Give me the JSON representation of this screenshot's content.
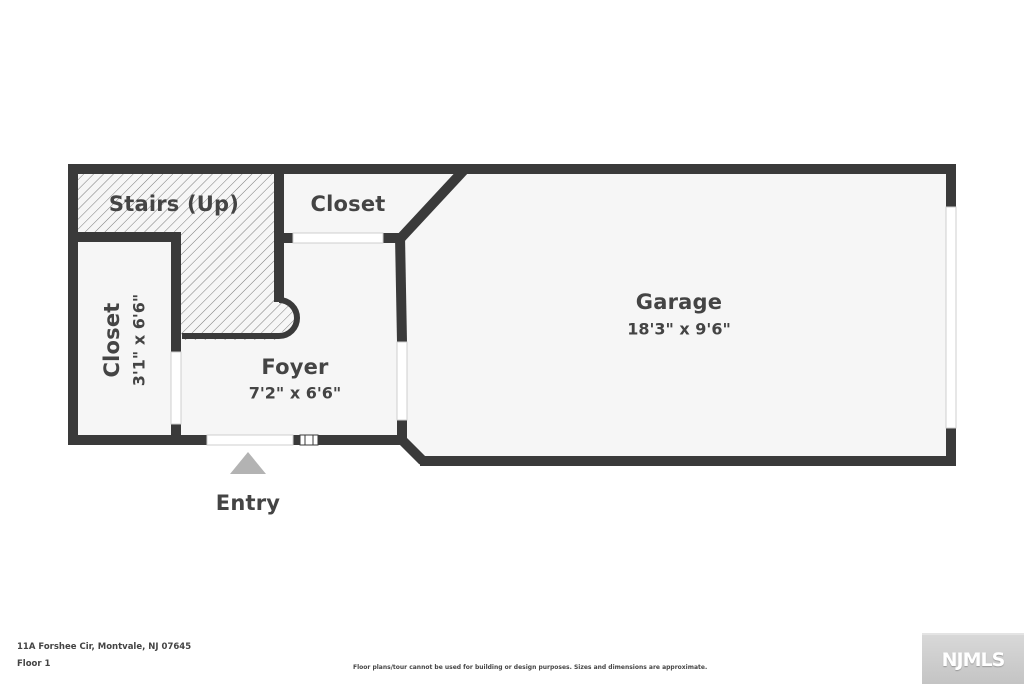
{
  "floorplan": {
    "colors": {
      "wall": "#3a3a3a",
      "floor": "#f6f6f6",
      "text": "#444444",
      "hatch": "#7a7a7a",
      "entry_marker": "#b3b3b3",
      "background": "#ffffff"
    },
    "rooms": {
      "stairs": {
        "name": "Stairs (Up)"
      },
      "closet_top": {
        "name": "Closet"
      },
      "closet_left": {
        "name": "Closet",
        "dimensions": "3'1\" x 6'6\""
      },
      "foyer": {
        "name": "Foyer",
        "dimensions": "7'2\" x 6'6\""
      },
      "garage": {
        "name": "Garage",
        "dimensions": "18'3\" x 9'6\""
      }
    },
    "entry": {
      "label": "Entry",
      "icon": "triangle-up-icon"
    }
  },
  "footer": {
    "address": "11A Forshee Cir, Montvale, NJ 07645",
    "floor": "Floor 1",
    "disclaimer": "Floor plans/tour cannot be used for building or design purposes. Sizes and dimensions are approximate.",
    "logo": "NJMLS"
  }
}
